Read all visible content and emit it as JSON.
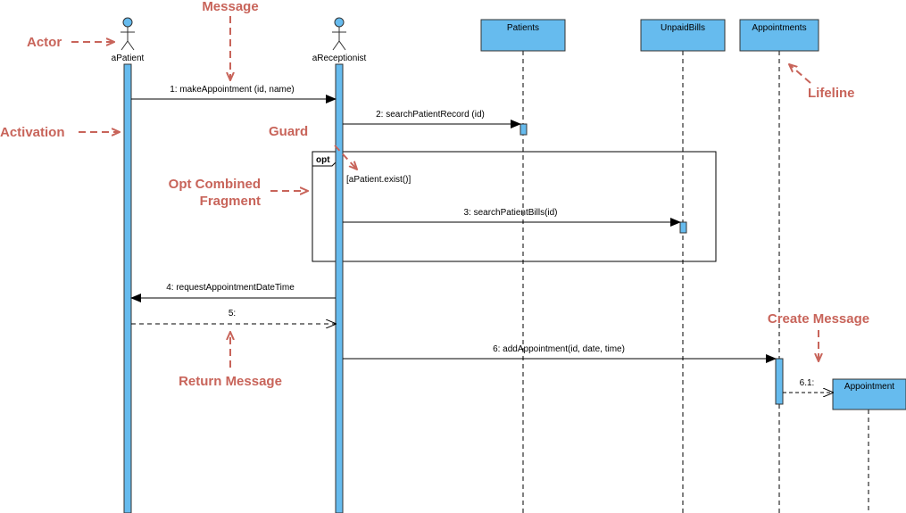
{
  "colors": {
    "box_fill": "#66bbee",
    "box_stroke": "#333333",
    "annotation": "#c8645a",
    "line": "#000000"
  },
  "actors": {
    "patient": "aPatient",
    "receptionist": "aReceptionist"
  },
  "objects": {
    "patients": "Patients",
    "unpaid_bills": "UnpaidBills",
    "appointments": "Appointments",
    "appointment": "Appointment"
  },
  "fragment": {
    "operator": "opt",
    "guard": "[aPatient.exist()]"
  },
  "messages": {
    "m1": "1: makeAppointment (id, name)",
    "m2": "2: searchPatientRecord (id)",
    "m3": "3: searchPatientBills(id)",
    "m4": "4: requestAppointmentDateTime",
    "m5": "5:",
    "m6": "6: addAppointment(id, date, time)",
    "m6_1": "6.1:"
  },
  "annotations": {
    "actor": "Actor",
    "message": "Message",
    "activation": "Activation",
    "guard": "Guard",
    "opt_fragment_line1": "Opt Combined",
    "opt_fragment_line2": "Fragment",
    "lifeline": "Lifeline",
    "create_message": "Create Message",
    "return_message": "Return Message"
  }
}
